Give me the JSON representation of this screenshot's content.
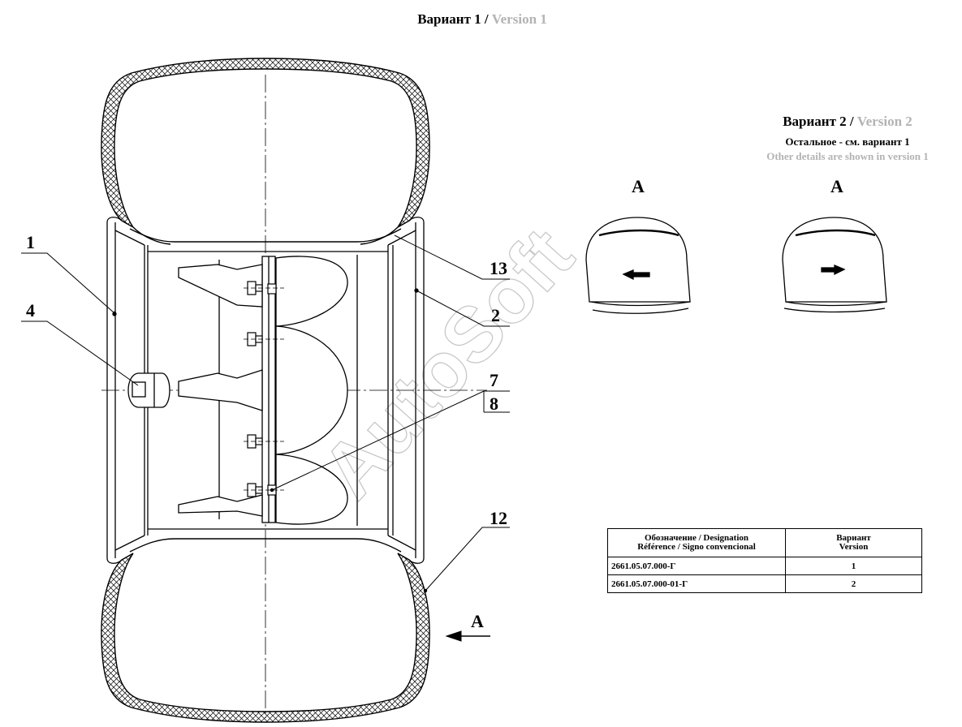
{
  "titles": {
    "v1_ru": "Вариант 1 /",
    "v1_en": "Version 1",
    "v2_ru": "Вариант 2 /",
    "v2_en": "Version 2",
    "other_ru": "Остальное - см. вариант 1",
    "other_en": "Other details are shown in version 1"
  },
  "callouts": [
    "1",
    "4",
    "13",
    "2",
    "7",
    "8",
    "12"
  ],
  "view_label": "A",
  "watermark": "AutoSoft",
  "table": {
    "header_designation_1": "Обозначение / Designation",
    "header_designation_2": "Référence / Signo convencional",
    "header_version_1": "Вариант",
    "header_version_2": "Version",
    "rows": [
      {
        "designation": "2661.05.07.000-Г",
        "version": "1"
      },
      {
        "designation": "2661.05.07.000-01-Г",
        "version": "2"
      }
    ]
  },
  "colors": {
    "line": "#000000",
    "muted": "#b3b3b3",
    "watermark": "#c8c8c8"
  }
}
